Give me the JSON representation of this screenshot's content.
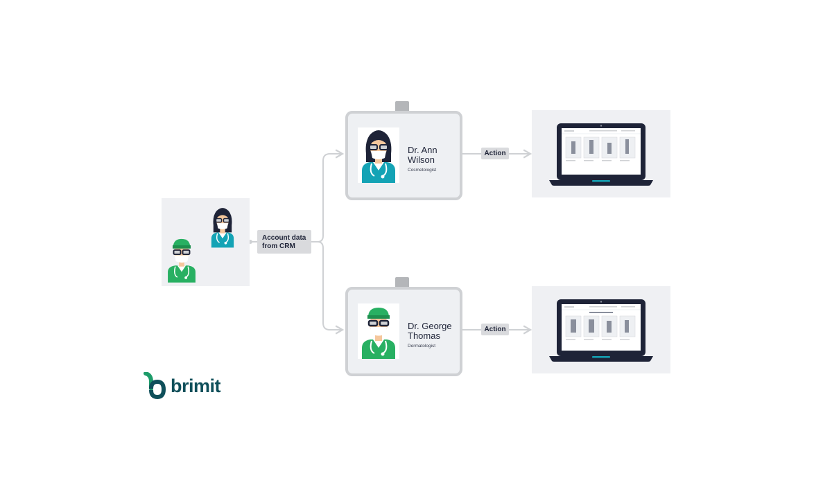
{
  "diagram": {
    "source_label": "Account data from CRM",
    "profiles": [
      {
        "name": "Dr. Ann Wilson",
        "role": "Cosmetologist",
        "action_label": "Action"
      },
      {
        "name": "Dr. George Thomas",
        "role": "Dermatologist",
        "action_label": "Action"
      }
    ]
  },
  "brand": {
    "name": "brimit"
  },
  "colors": {
    "panel_bg": "#eff0f3",
    "badge_border": "#cfd1d4",
    "connector": "#cfd1d4",
    "pill_bg": "#d9dadd",
    "scrub_teal": "#14a3b5",
    "scrub_green": "#28b062",
    "laptop_frame": "#1e2337",
    "brand_green": "#1e9c6a",
    "brand_teal": "#0f4f5a"
  },
  "icons": [
    "female-doctor-icon",
    "male-doctor-icon",
    "laptop-icon",
    "brimit-logo-icon"
  ]
}
